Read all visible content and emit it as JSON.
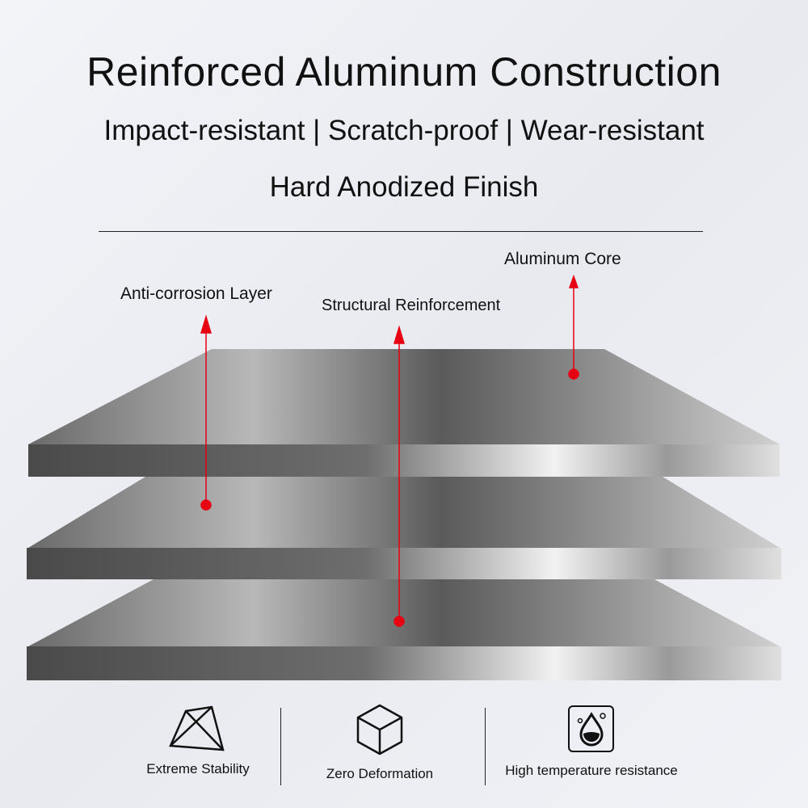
{
  "header": {
    "title": "Reinforced Aluminum Construction",
    "subtitle": "Impact-resistant | Scratch-proof | Wear-resistant",
    "finish": "Hard Anodized Finish"
  },
  "callouts": {
    "aluminum_core": "Aluminum Core",
    "anti_corrosion": "Anti-corrosion Layer",
    "structural": "Structural Reinforcement"
  },
  "features": [
    {
      "label": "Extreme Stability",
      "icon": "tetrahedron-icon"
    },
    {
      "label": "Zero Deformation",
      "icon": "cube-icon"
    },
    {
      "label": "High temperature resistance",
      "icon": "droplet-icon"
    }
  ],
  "colors": {
    "accent": "#e60012"
  }
}
